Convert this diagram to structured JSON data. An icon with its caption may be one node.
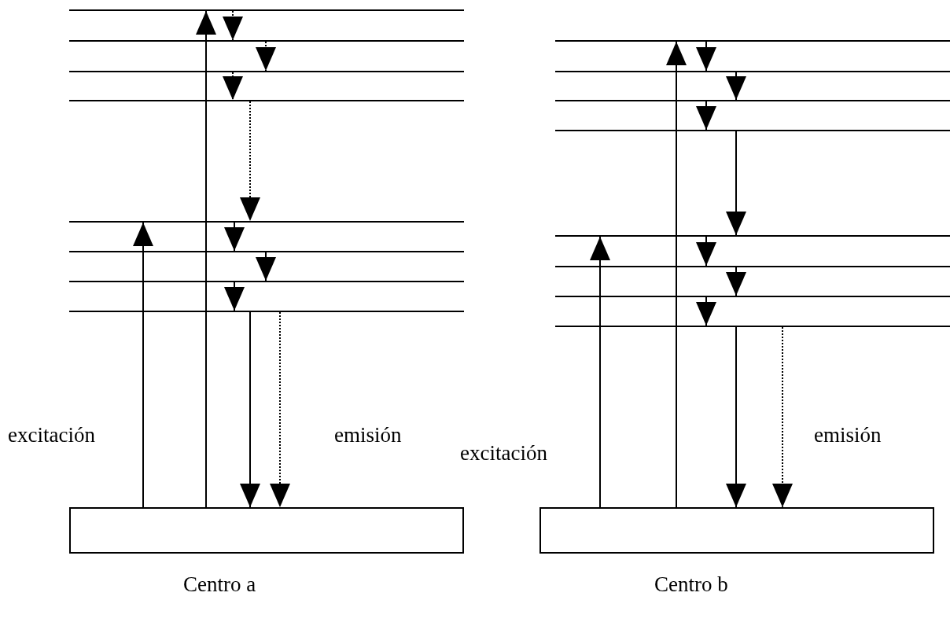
{
  "diagram": {
    "nodes": [
      {
        "text": [],
        "shape": "bar"
      },
      {
        "text": [],
        "shape": "bar"
      },
      {
        "text": [],
        "shape": "bar"
      },
      {
        "text": [],
        "shape": "bar"
      },
      {
        "text": [],
        "shape": "bar"
      },
      {
        "text": [],
        "shape": "bar"
      },
      {
        "text": [],
        "shape": "bar"
      },
      {
        "text": [],
        "shape": "bar"
      },
      {
        "text": [],
        "shape": "box"
      },
      {
        "text": [],
        "shape": "bar"
      },
      {
        "text": [],
        "shape": "bar"
      },
      {
        "text": [],
        "shape": "bar"
      },
      {
        "text": [],
        "shape": "bar"
      },
      {
        "text": [],
        "shape": "bar"
      },
      {
        "text": [],
        "shape": "bar"
      },
      {
        "text": [],
        "shape": "bar"
      },
      {
        "text": [],
        "shape": "bar"
      },
      {
        "text": [],
        "shape": "box"
      }
    ],
    "edges": [
      {
        "from": 8,
        "to": 4,
        "arrow": "to"
      },
      {
        "from": 8,
        "to": 0,
        "arrow": "to"
      },
      {
        "from": 0,
        "to": 1,
        "arrow": "to",
        "style": "dashed"
      },
      {
        "from": 1,
        "to": 2,
        "arrow": "to",
        "style": "dashed"
      },
      {
        "from": 2,
        "to": 3,
        "arrow": "to",
        "style": "dashed"
      },
      {
        "from": 3,
        "to": 4,
        "arrow": "to",
        "style": "dashed"
      },
      {
        "from": 4,
        "to": 5,
        "arrow": "to"
      },
      {
        "from": 5,
        "to": 6,
        "arrow": "to"
      },
      {
        "from": 6,
        "to": 7,
        "arrow": "to"
      },
      {
        "from": 7,
        "to": 8,
        "arrow": "to"
      },
      {
        "from": 7,
        "to": 8,
        "arrow": "to",
        "style": "dashed"
      },
      {
        "from": 17,
        "to": 13,
        "arrow": "to"
      },
      {
        "from": 17,
        "to": 9,
        "arrow": "to"
      },
      {
        "from": 9,
        "to": 10,
        "arrow": "to"
      },
      {
        "from": 10,
        "to": 11,
        "arrow": "to"
      },
      {
        "from": 11,
        "to": 12,
        "arrow": "to"
      },
      {
        "from": 12,
        "to": 13,
        "arrow": "to"
      },
      {
        "from": 13,
        "to": 14,
        "arrow": "to"
      },
      {
        "from": 14,
        "to": 15,
        "arrow": "to"
      },
      {
        "from": 15,
        "to": 16,
        "arrow": "to"
      },
      {
        "from": 16,
        "to": 17,
        "arrow": "to"
      },
      {
        "from": 16,
        "to": 17,
        "arrow": "to",
        "style": "dashed"
      }
    ],
    "labels": [
      "excitación",
      "emisión",
      "excitación",
      "emisión",
      "Centro a",
      "Centro b"
    ]
  }
}
